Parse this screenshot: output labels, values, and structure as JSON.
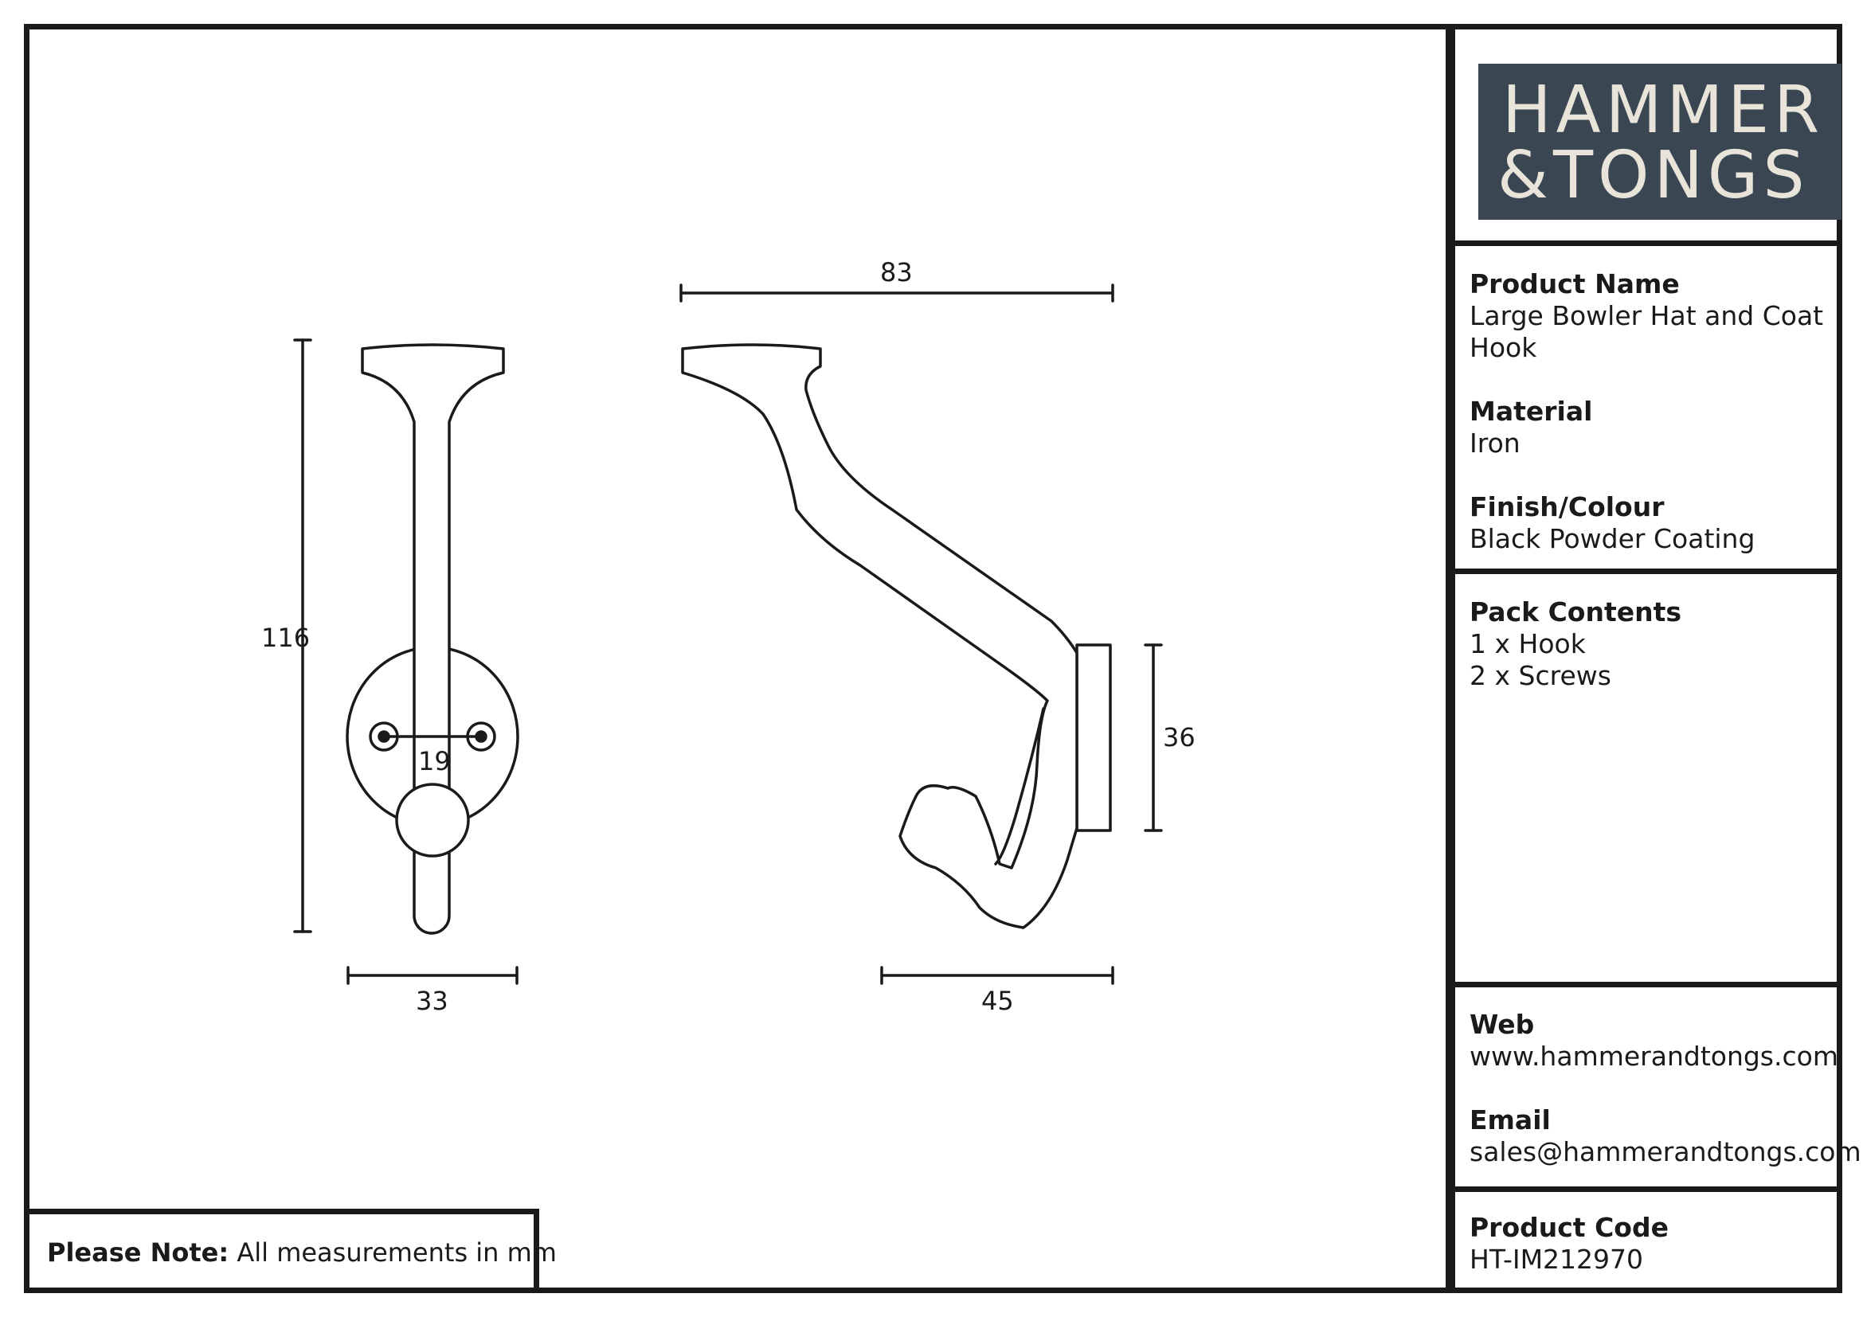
{
  "brand": {
    "logo_line1": "HAMMER",
    "logo_line2": "&TONGS",
    "logo_bg": "#3a4652",
    "logo_fg": "#e9e4da"
  },
  "product": {
    "name_label": "Product Name",
    "name_value_line1": "Large Bowler Hat and Coat",
    "name_value_line2": "Hook",
    "material_label": "Material",
    "material_value": "Iron",
    "finish_label": "Finish/Colour",
    "finish_value": "Black Powder Coating"
  },
  "pack": {
    "label": "Pack Contents",
    "items": [
      "1 x Hook",
      "2 x Screws"
    ]
  },
  "contact": {
    "web_label": "Web",
    "web_value": "www.hammerandtongs.com",
    "email_label": "Email",
    "email_value": "sales@hammerandtongs.com"
  },
  "code": {
    "label": "Product Code",
    "value": "HT-IM212970"
  },
  "note": {
    "label": "Please Note:",
    "text": "All measurements in mm"
  },
  "dimensions": {
    "front_height": "116",
    "front_width": "33",
    "screw_spacing": "19",
    "side_length": "83",
    "side_depth": "45",
    "plate_height": "36"
  }
}
